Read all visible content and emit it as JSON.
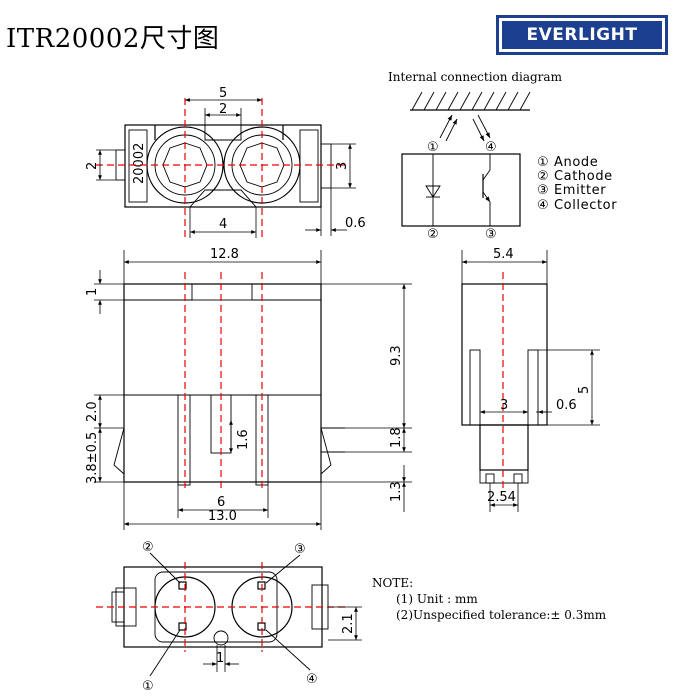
{
  "title": "ITR20002尺寸图",
  "logo_text": "EVERLIGHT",
  "part_marking": "20002",
  "connection": {
    "title": "Internal connection diagram",
    "pins": [
      "①",
      "②",
      "③",
      "④"
    ],
    "legend": [
      "① Anode",
      "② Cathode",
      "③ Emitter",
      "④ Collector"
    ]
  },
  "dimensions": {
    "d5": "5",
    "d2_top": "2",
    "d2_left": "2",
    "d3": "3",
    "d4": "4",
    "d0_6_top": "0.6",
    "d12_8": "12.8",
    "d1_top": "1",
    "d9_3": "9.3",
    "d2_0": "2.0",
    "d3_8": "3.8±0.5",
    "d1_6": "1.6",
    "d1_8": "1.8",
    "d1_3": "1.3",
    "d6": "6",
    "d13_0": "13.0",
    "d5_4": "5.4",
    "d5_side": "5",
    "d3_side": "3",
    "d0_6_side": "0.6",
    "d2_54": "2.54",
    "d1_bottom": "1",
    "d2_1": "2.1"
  },
  "notes": {
    "heading": "NOTE:",
    "lines": [
      "(1) Unit : mm",
      "(2)Unspecified tolerance:± 0.3mm"
    ]
  }
}
